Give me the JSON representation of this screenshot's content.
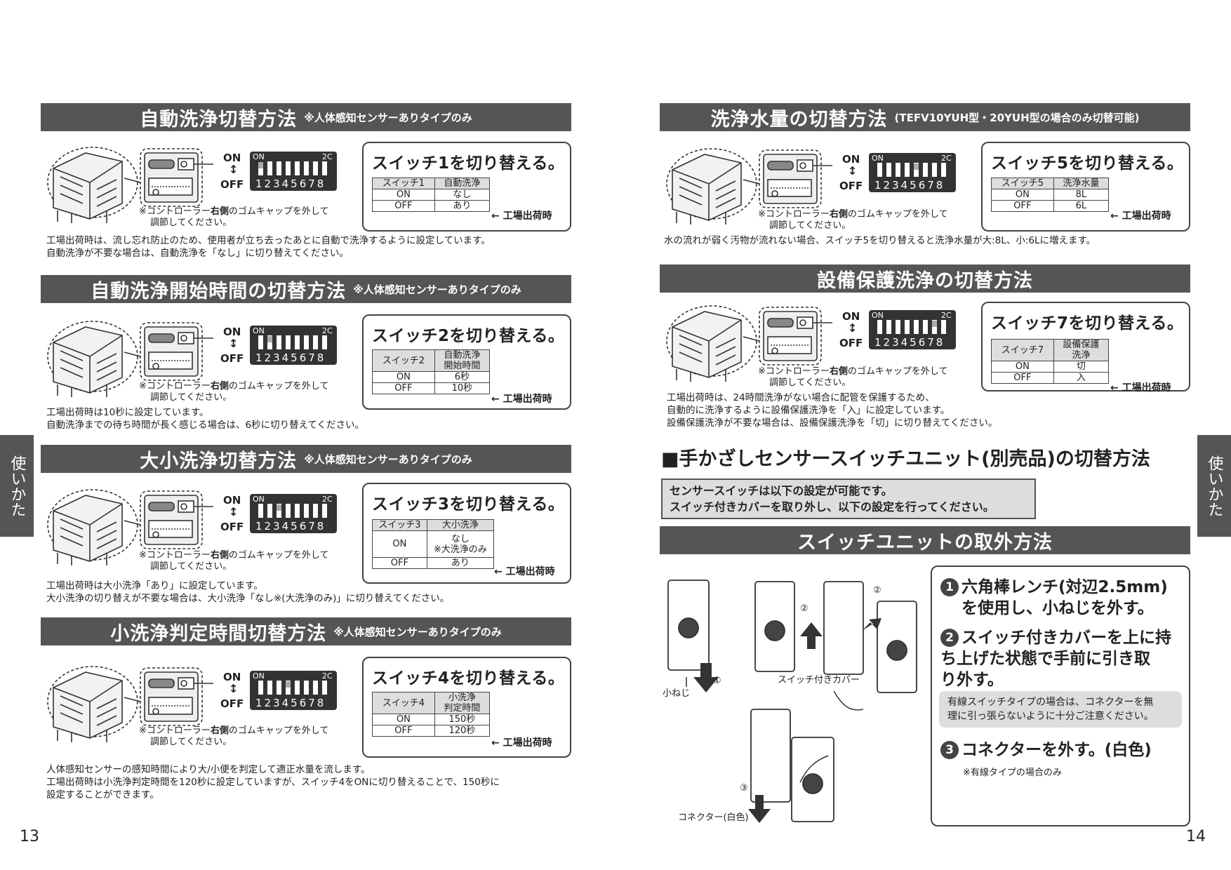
{
  "side_tab": "使いかた",
  "page_left": "13",
  "page_right": "14",
  "dip": {
    "on": "ON",
    "off": "OFF",
    "on_small": "ON",
    "model": "2C",
    "digits": "12345678"
  },
  "caption": {
    "pre": "※コントローラー",
    "bold": "右側",
    "post": "のゴムキャップを外して",
    "line2": "調節してください。"
  },
  "ship_mark": "← 工場出荷時",
  "s1": {
    "title": "自動洗浄切替方法",
    "note": "※人体感知センサーありタイプのみ",
    "heading": "スイッチ1を切り替える。",
    "h1": "スイッチ1",
    "h2": "自動洗浄",
    "on": "ON",
    "on_val": "なし",
    "off": "OFF",
    "off_val": "あり",
    "desc1": "工場出荷時は、流し忘れ防止のため、使用者が立ち去ったあとに自動で洗浄するように設定しています。",
    "desc2": "自動洗浄が不要な場合は、自動洗浄を「なし」に切り替えてください。"
  },
  "s2": {
    "title": "自動洗浄開始時間の切替方法",
    "note": "※人体感知センサーありタイプのみ",
    "heading": "スイッチ2を切り替える。",
    "h1": "スイッチ2",
    "h2a": "自動洗浄",
    "h2b": "開始時間",
    "on": "ON",
    "on_val": "6秒",
    "off": "OFF",
    "off_val": "10秒",
    "desc1": "工場出荷時は10秒に設定しています。",
    "desc2": "自動洗浄までの待ち時間が長く感じる場合は、6秒に切り替えてください。"
  },
  "s3": {
    "title": "大小洗浄切替方法",
    "note": "※人体感知センサーありタイプのみ",
    "heading": "スイッチ3を切り替える。",
    "h1": "スイッチ3",
    "h2": "大小洗浄",
    "on": "ON",
    "on_val1": "なし",
    "on_val2": "※大洗浄のみ",
    "off": "OFF",
    "off_val": "あり",
    "desc1": "工場出荷時は大小洗浄「あり」に設定しています。",
    "desc2": "大小洗浄の切り替えが不要な場合は、大小洗浄「なし※(大洗浄のみ)」に切り替えてください。"
  },
  "s4": {
    "title": "小洗浄判定時間切替方法",
    "note": "※人体感知センサーありタイプのみ",
    "heading": "スイッチ4を切り替える。",
    "h1": "スイッチ4",
    "h2a": "小洗浄",
    "h2b": "判定時間",
    "on": "ON",
    "on_val": "150秒",
    "off": "OFF",
    "off_val": "120秒",
    "desc1": "人体感知センサーの感知時間により大/小便を判定して適正水量を流します。",
    "desc2": "工場出荷時は小洗浄判定時間を120秒に設定していますが、スイッチ4をONに切り替えることで、150秒に",
    "desc3": "設定することができます。"
  },
  "s5": {
    "title": "洗浄水量の切替方法",
    "note": "(TEFV10YUH型・20YUH型の場合のみ切替可能)",
    "heading": "スイッチ5を切り替える。",
    "h1": "スイッチ5",
    "h2": "洗浄水量",
    "on": "ON",
    "on_val": "8L",
    "off": "OFF",
    "off_val": "6L",
    "desc1": "水の流れが弱く汚物が流れない場合、スイッチ5を切り替えると洗浄水量が大:8L、小:6Lに増えます。"
  },
  "s7": {
    "title": "設備保護洗浄の切替方法",
    "heading": "スイッチ7を切り替える。",
    "h1": "スイッチ7",
    "h2a": "設備保護",
    "h2b": "洗浄",
    "on": "ON",
    "on_val": "切",
    "off": "OFF",
    "off_val": "入",
    "desc1": "工場出荷時は、24時間洗浄がない場合に配管を保護するため、",
    "desc2": "自動的に洗浄するように設備保護洗浄を「入」に設定しています。",
    "desc3": "設備保護洗浄が不要な場合は、設備保護洗浄を「切」に切り替えてください。"
  },
  "hand": {
    "title": "■手かざしセンサースイッチユニット(別売品)の切替方法",
    "note1": "センサースイッチは以下の設定が可能です。",
    "note2": "スイッチ付きカバーを取り外し、以下の設定を行ってください。"
  },
  "unit": {
    "title": "スイッチユニットの取外方法",
    "label_screw": "小ねじ",
    "label_cover": "スイッチ付きカバー",
    "label_connector": "コネクター(白色)",
    "c1": "①",
    "c2": "②",
    "c3": "③"
  },
  "steps": {
    "n1": "1",
    "s1a": "六角棒レンチ(対辺2.5mm)",
    "s1b": "を使用し、小ねじを外す。",
    "n2": "2",
    "s2a": "スイッチ付きカバーを上に持",
    "s2b": "ち上げた状態で手前に引き取",
    "s2c": "り外す。",
    "note_a": "有線スイッチタイプの場合は、コネクターを無",
    "note_b": "理に引っ張らないように十分ご注意ください。",
    "n3": "3",
    "s3": "コネクターを外す。(白色)",
    "s3_note": "※有線タイプの場合のみ"
  }
}
